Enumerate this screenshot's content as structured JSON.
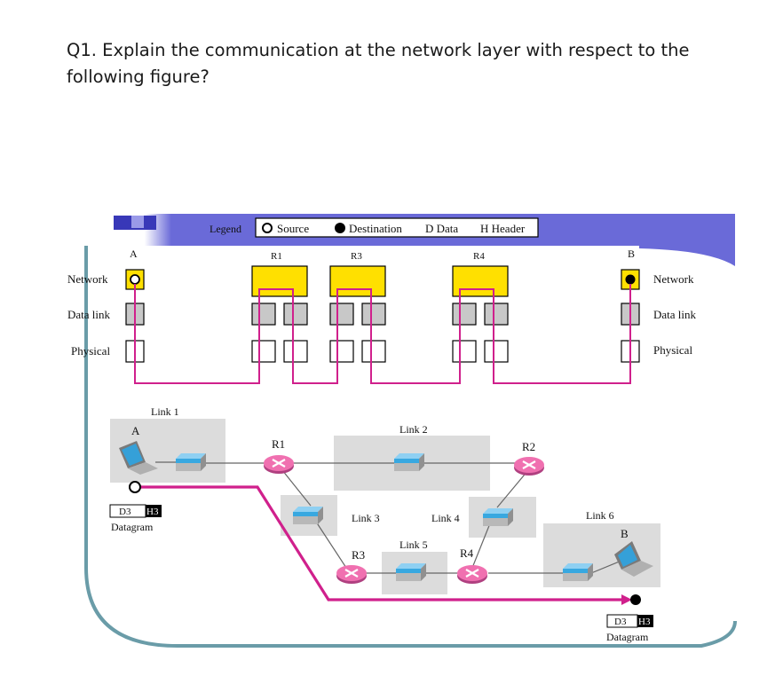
{
  "question": {
    "text": "Q1. Explain the communication at the network layer with respect to the following figure?"
  },
  "legend": {
    "title": "Legend",
    "source": "Source",
    "destination": "Destination",
    "data": "D Data",
    "header": "H Header"
  },
  "layers": {
    "network": "Network",
    "datalink": "Data link",
    "physical": "Physical"
  },
  "stack_labels": {
    "a": "A",
    "r1": "R1",
    "r3": "R3",
    "r4": "R4",
    "b": "B"
  },
  "topology": {
    "host_a": "A",
    "host_b": "B",
    "router_r1": "R1",
    "router_r2": "R2",
    "router_r3": "R3",
    "router_r4": "R4",
    "link1": "Link 1",
    "link2": "Link 2",
    "link3": "Link 3",
    "link4": "Link 4",
    "link5": "Link 5",
    "link6": "Link 6"
  },
  "datagram_source": {
    "data": "D3",
    "header": "H3",
    "label": "Datagram"
  },
  "datagram_destination": {
    "data": "D3",
    "header": "H3",
    "label": "Datagram"
  },
  "colors": {
    "banner": "#6a6ad8",
    "network_box": "#ffe000",
    "datalink_box": "#c8c8c8",
    "path": "#d0208c",
    "lan": "#dcdcdc",
    "router": "#f070b0",
    "switch": "#38a8e0",
    "frame": "#6a9ca8"
  }
}
